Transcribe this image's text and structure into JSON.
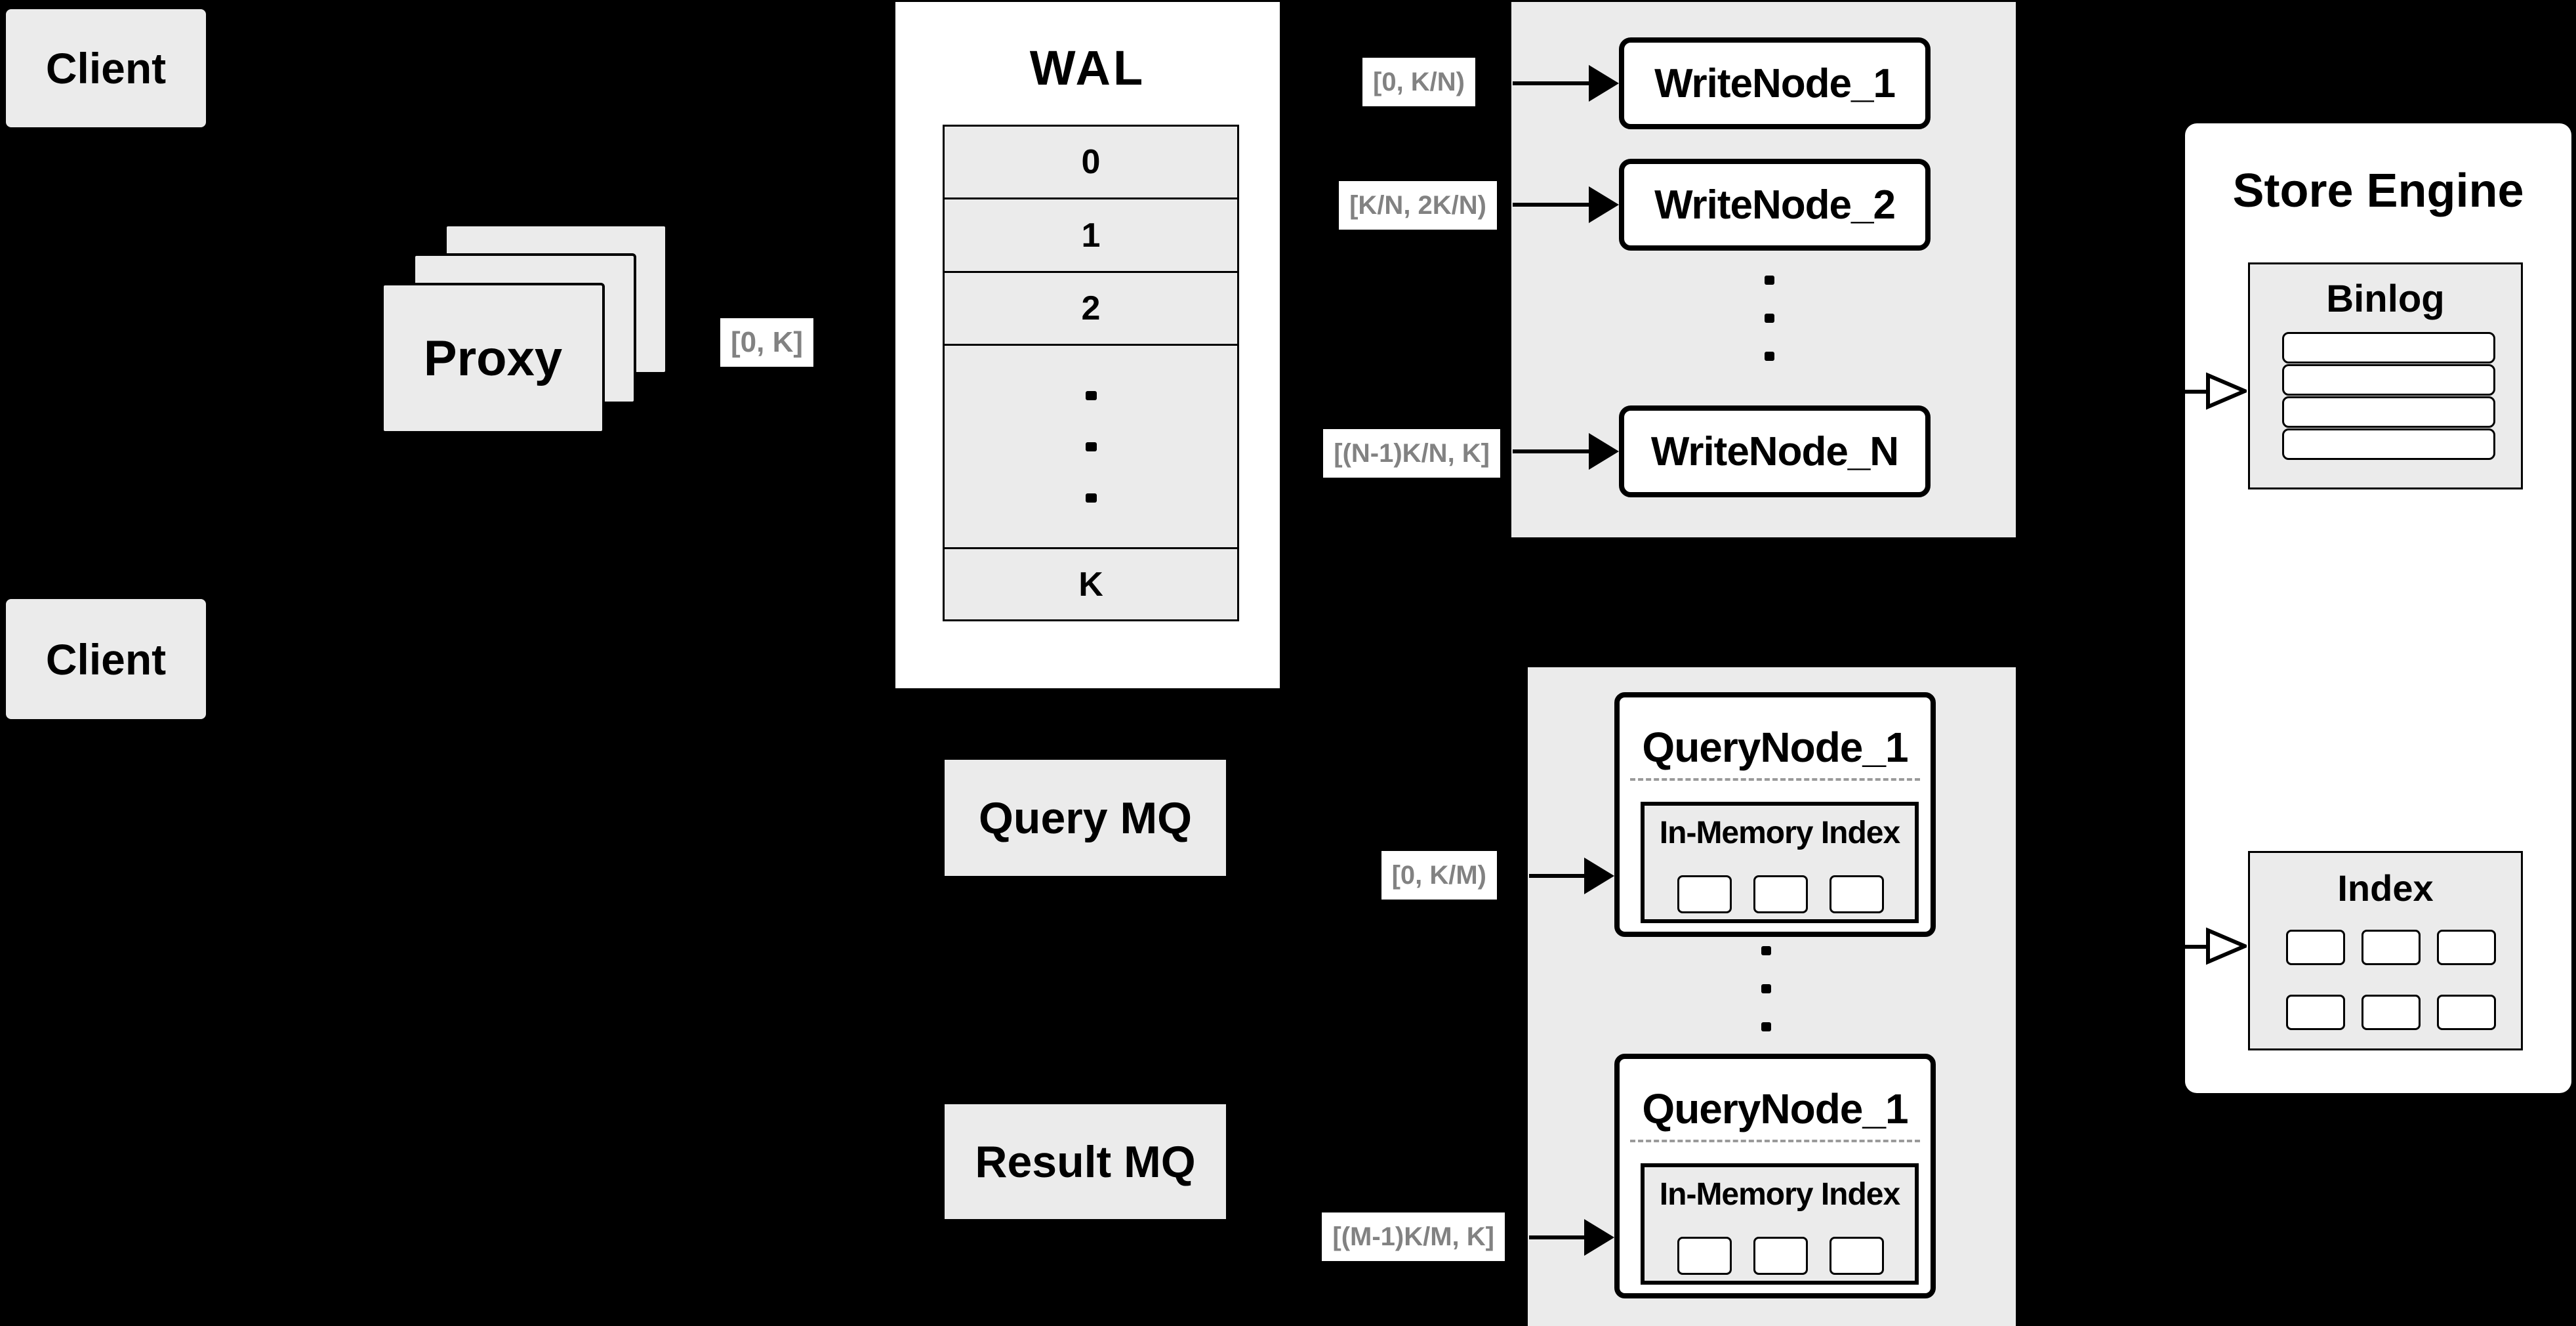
{
  "colors": {
    "background": "#000000",
    "panel_gray": "#ebebeb",
    "node_white": "#ffffff",
    "line_black": "#000000",
    "range_label_gray": "#828282",
    "dashed_separator_gray": "#9a9a9a"
  },
  "clients": {
    "top_label": "Client",
    "bottom_label": "Client"
  },
  "proxy": {
    "label": "Proxy",
    "range_to_wal": "[0, K]"
  },
  "wal": {
    "title": "WAL",
    "segments": [
      "0",
      "1",
      "2"
    ],
    "last_segment": "K"
  },
  "write_cluster": {
    "nodes": [
      {
        "range": "[0, K/N)",
        "label": "WriteNode_1"
      },
      {
        "range": "[K/N, 2K/N)",
        "label": "WriteNode_2"
      },
      {
        "range": "[(N-1)K/N, K]",
        "label": "WriteNode_N"
      }
    ]
  },
  "mq": {
    "query_label": "Query MQ",
    "result_label": "Result MQ"
  },
  "query_cluster": {
    "nodes": [
      {
        "range": "[0, K/M)",
        "title": "QueryNode_1",
        "index_label": "In-Memory Index"
      },
      {
        "range": "[(M-1)K/M, K]",
        "title": "QueryNode_1",
        "index_label": "In-Memory Index"
      }
    ]
  },
  "store_engine": {
    "title": "Store Engine",
    "binlog_title": "Binlog",
    "index_title": "Index"
  }
}
